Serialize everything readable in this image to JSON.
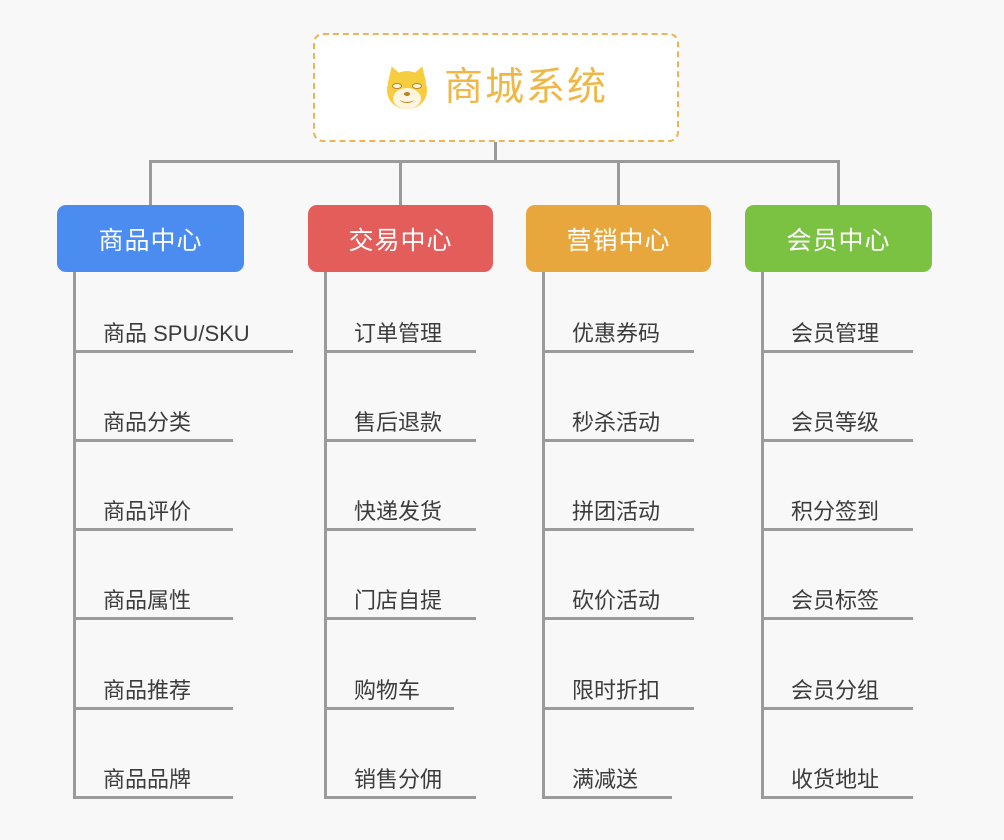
{
  "page": {
    "background_color": "#f8f8f8",
    "line_color": "#9b9b9b",
    "leaf_text_color": "#3c3c3c"
  },
  "root": {
    "title": "商城系统",
    "icon": "shiba-dog-face-icon",
    "border_color": "#edb456",
    "text_color": "#efb846",
    "background_color": "#ffffff"
  },
  "columns": [
    {
      "label": "商品中心",
      "color": "#4a8cf0",
      "items": [
        "商品 SPU/SKU",
        "商品分类",
        "商品评价",
        "商品属性",
        "商品推荐",
        "商品品牌"
      ]
    },
    {
      "label": "交易中心",
      "color": "#e35d5b",
      "items": [
        "订单管理",
        "售后退款",
        "快递发货",
        "门店自提",
        "购物车",
        "销售分佣"
      ]
    },
    {
      "label": "营销中心",
      "color": "#e8a73c",
      "items": [
        "优惠券码",
        "秒杀活动",
        "拼团活动",
        "砍价活动",
        "限时折扣",
        "满减送"
      ]
    },
    {
      "label": "会员中心",
      "color": "#7cc242",
      "items": [
        "会员管理",
        "会员等级",
        "积分签到",
        "会员标签",
        "会员分组",
        "收货地址"
      ]
    }
  ]
}
